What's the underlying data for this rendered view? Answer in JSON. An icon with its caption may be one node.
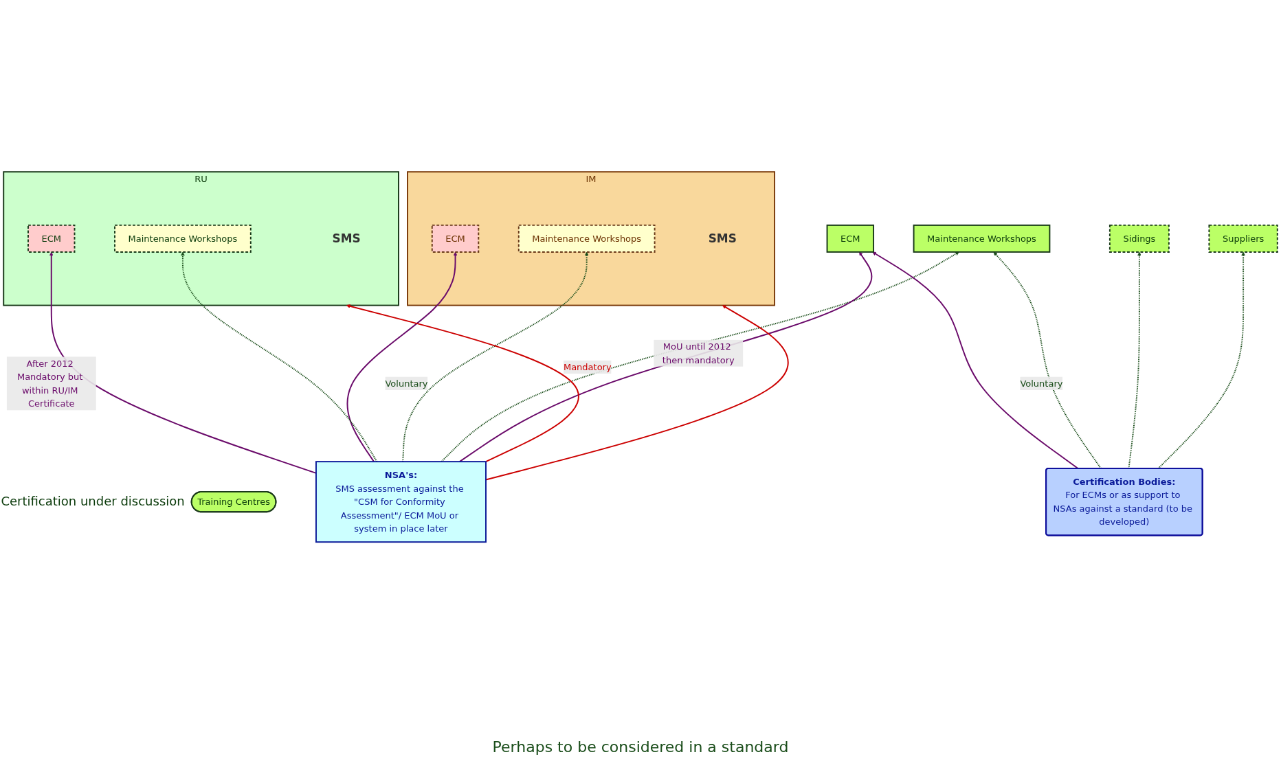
{
  "diagram": {
    "nodes": [
      {
        "text": [
          "RU",
          "SMS"
        ]
      },
      {
        "text": [
          "Maintenance Workshops"
        ],
        "in": 0
      },
      {
        "text": [
          "ECM"
        ],
        "in": 0
      },
      {
        "text": [
          "IM",
          "SMS"
        ]
      },
      {
        "text": [
          "Maintenance Workshops"
        ],
        "in": 3
      },
      {
        "text": [
          "ECM"
        ],
        "in": 3
      },
      {
        "text": [
          "Training Centres"
        ],
        "beside": [
          "Certification under discussion"
        ]
      },
      {
        "text": [
          "ECM"
        ]
      },
      {
        "text": [
          "Maintenance Workshops"
        ]
      },
      {
        "text": [
          "NSA's:",
          "SMS assessment against the \"CSM for Conformity Assessment\"/ ECM MoU or system in place later"
        ]
      },
      {
        "text": [
          "Certification Bodies:",
          "For ECMs or as support to NSAs against a standard (to be developed)"
        ]
      },
      {
        "text": [
          "Sidings"
        ]
      },
      {
        "text": [
          "Suppliers"
        ]
      }
    ],
    "edges": [
      {
        "from": 9,
        "to": 0,
        "arrow": "to",
        "label": "Mandatory",
        "color": "#cc0000"
      },
      {
        "from": 9,
        "to": 3,
        "arrow": "to",
        "color": "#cc0000"
      },
      {
        "from": 9,
        "to": 2,
        "arrow": "to",
        "label": "After 2012 Mandatory but within RU/IM Certificate",
        "color": "#6a0a6a"
      },
      {
        "from": 9,
        "to": 5,
        "arrow": "to",
        "color": "#6a0a6a"
      },
      {
        "from": 9,
        "to": 1,
        "arrow": "to",
        "style": "dashed"
      },
      {
        "from": 9,
        "to": 4,
        "arrow": "to",
        "style": "dashed",
        "label": "Voluntary"
      },
      {
        "from": 9,
        "to": 8,
        "arrow": "to",
        "style": "dashed"
      },
      {
        "from": 9,
        "to": 7,
        "arrow": "to",
        "label": "MoU until 2012 then mandatory",
        "color": "#6a0a6a"
      },
      {
        "from": 10,
        "to": 7,
        "arrow": "to",
        "color": "#6a0a6a"
      },
      {
        "from": 10,
        "to": 8,
        "arrow": "to",
        "style": "dashed",
        "label": "Voluntary"
      },
      {
        "from": 10,
        "to": 11,
        "arrow": "to",
        "style": "dashed"
      },
      {
        "from": 10,
        "to": 12,
        "arrow": "to",
        "style": "dashed"
      }
    ],
    "labels": [
      "Perhaps to be considered in a standard"
    ]
  }
}
